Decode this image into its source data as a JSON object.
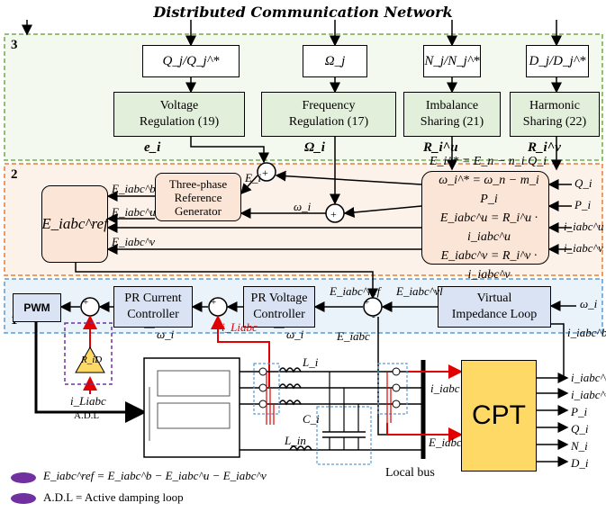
{
  "title": "Distributed Communication Network",
  "layers": {
    "l3": "3",
    "l2": "2",
    "l1": "1"
  },
  "layer3": {
    "inputs": [
      "Q_j/Q_j^*",
      "Ω_j",
      "N_j/N_j^*",
      "D_j/D_j^*"
    ],
    "blocks": [
      {
        "line1": "Voltage",
        "line2": "Regulation (19)"
      },
      {
        "line1": "Frequency",
        "line2": "Regulation (17)"
      },
      {
        "line1": "Imbalance",
        "line2": "Sharing (21)"
      },
      {
        "line1": "Harmonic",
        "line2": "Sharing (22)"
      }
    ],
    "outputs": [
      "e_i",
      "Ω_i",
      "R_i^u",
      "R_i^v"
    ]
  },
  "layer2": {
    "eref": "E_iabc^ref",
    "generator": {
      "line1": "Three-phase",
      "line2": "Reference",
      "line3": "Generator"
    },
    "gen_out": [
      "E_iabc^b",
      "E_iabc^u",
      "E_iabc^v"
    ],
    "ei_label": "E_i",
    "omega_label": "ω_i",
    "equations": [
      "E_i^* = E_n − n_i Q_i",
      "ω_i^* = ω_n − m_i P_i",
      "E_iabc^u = R_i^u · i_iabc^u",
      "E_iabc^v = R_i^v · i_iabc^v"
    ],
    "right_inputs": [
      "Q_i",
      "P_i",
      "i_iabc^u",
      "i_iabc^v"
    ]
  },
  "layer1": {
    "pwm": "PWM",
    "pr_current": {
      "line1": "PR Current",
      "line2": "Controller"
    },
    "pr_voltage": {
      "line1": "PR Voltage",
      "line2": "Controller"
    },
    "virtual_impedance": {
      "line1": "Virtual",
      "line2": "Impedance Loop"
    },
    "omega_i": "ω_i",
    "eref": "E_iabc^ref",
    "evl": "E_iabc^vl",
    "eiabc": "E_iabc",
    "i_liabc": "i_Liabc",
    "rid": "R_iD",
    "adl": "A.D.L",
    "i_b": "i_iabc^b"
  },
  "physical": {
    "li": "L_i",
    "lin": "L_in",
    "ci": "C_i",
    "iiabc": "i_iabc",
    "eiabc": "E_iabc",
    "local_bus": "Local bus",
    "cpt": "CPT",
    "cpt_outputs": [
      "i_iabc^u",
      "i_iabc^v",
      "P_i",
      "Q_i",
      "N_i",
      "D_i"
    ]
  },
  "legend": [
    "E_iabc^ref = E_iabc^b − E_iabc^u − E_iabc^v",
    "A.D.L = Active damping loop"
  ],
  "colors": {
    "layer3_border": "#70ad47",
    "layer2_border": "#ed7d31",
    "layer1_border": "#5b9bd5",
    "signal_red": "#e00000",
    "legend_purple": "#7030a0"
  }
}
